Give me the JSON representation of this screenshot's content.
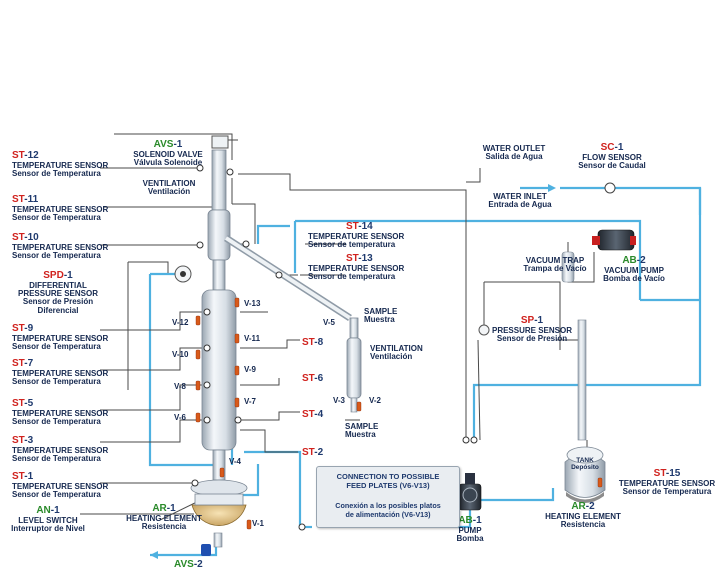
{
  "sensors": {
    "st12": {
      "code_a": "ST",
      "code_b": "-12",
      "line1": "TEMPERATURE SENSOR",
      "line2": "Sensor de Temperatura"
    },
    "st11": {
      "code_a": "ST",
      "code_b": "-11",
      "line1": "TEMPERATURE SENSOR",
      "line2": "Sensor de Temperatura"
    },
    "st10": {
      "code_a": "ST",
      "code_b": "-10",
      "line1": "TEMPERATURE SENSOR",
      "line2": "Sensor de Temperatura"
    },
    "spd1": {
      "code_a": "SPD",
      "code_b": "-1",
      "line1": "DIFFERENTIAL",
      "line2": "PRESSURE SENSOR",
      "line3": "Sensor de Presión",
      "line4": "Diferencial"
    },
    "st9": {
      "code_a": "ST",
      "code_b": "-9",
      "line1": "TEMPERATURE SENSOR",
      "line2": "Sensor de Temperatura"
    },
    "st7": {
      "code_a": "ST",
      "code_b": "-7",
      "line1": "TEMPERATURE SENSOR",
      "line2": "Sensor de Temperatura"
    },
    "st5": {
      "code_a": "ST",
      "code_b": "-5",
      "line1": "TEMPERATURE SENSOR",
      "line2": "Sensor de Temperatura"
    },
    "st3": {
      "code_a": "ST",
      "code_b": "-3",
      "line1": "TEMPERATURE SENSOR",
      "line2": "Sensor de Temperatura"
    },
    "st1": {
      "code_a": "ST",
      "code_b": "-1",
      "line1": "TEMPERATURE SENSOR",
      "line2": "Sensor de Temperatura"
    },
    "an1": {
      "code_a": "AN",
      "code_b": "-1",
      "line1": "LEVEL SWITCH",
      "line2": "Interruptor de Nivel"
    },
    "ar1": {
      "code_a": "AR",
      "code_b": "-1",
      "line1": "HEATING ELEMENT",
      "line2": "Resistencia"
    },
    "avs2": {
      "code_a": "AVS",
      "code_b": "-2"
    },
    "avs1": {
      "code_a": "AVS",
      "code_b": "-1",
      "line1": "SOLENOID VALVE",
      "line2": "Válvula Solenoide"
    },
    "st14": {
      "code_a": "ST",
      "code_b": "-14",
      "line1": "TEMPERATURE SENSOR",
      "line2": "Sensor de temperatura"
    },
    "st13": {
      "code_a": "ST",
      "code_b": "-13",
      "line1": "TEMPERATURE SENSOR",
      "line2": "Sensor de temperatura"
    },
    "sc1": {
      "code_a": "SC",
      "code_b": "-1",
      "line1": "FLOW SENSOR",
      "line2": "Sensor de Caudal"
    },
    "sp1": {
      "code_a": "SP",
      "code_b": "-1",
      "line1": "PRESSURE SENSOR",
      "line2": "Sensor de Presión"
    },
    "ab2": {
      "code_a": "AB",
      "code_b": "-2",
      "line1": "VACUUM PUMP",
      "line2": "Bomba de Vacío"
    },
    "st15": {
      "code_a": "ST",
      "code_b": "-15",
      "line1": "TEMPERATURE SENSOR",
      "line2": "Sensor de Temperatura"
    },
    "ar2": {
      "code_a": "AR",
      "code_b": "-2",
      "line1": "HEATING ELEMENT",
      "line2": "Resistencia"
    },
    "ab1": {
      "code_a": "AB",
      "code_b": "-1",
      "line1": "PUMP",
      "line2": "Bomba"
    },
    "st2": {
      "code_a": "ST",
      "code_b": "-2"
    },
    "st4": {
      "code_a": "ST",
      "code_b": "-4"
    },
    "st6": {
      "code_a": "ST",
      "code_b": "-6"
    },
    "st8": {
      "code_a": "ST",
      "code_b": "-8"
    }
  },
  "texts": {
    "ventilation_top": {
      "line1": "VENTILATION",
      "line2": "Ventilación"
    },
    "water_outlet": {
      "line1": "WATER OUTLET",
      "line2": "Salida de Agua"
    },
    "water_inlet": {
      "line1": "WATER INLET",
      "line2": "Entrada de Agua"
    },
    "vacuum_trap": {
      "line1": "VACUUM TRAP",
      "line2": "Trampa de Vacío"
    },
    "sample_top": {
      "line1": "SAMPLE",
      "line2": "Muestra"
    },
    "ventilation_mid": {
      "line1": "VENTILATION",
      "line2": "Ventilación"
    },
    "sample_bottom": {
      "line1": "SAMPLE",
      "line2": "Muestra"
    },
    "tank": {
      "line1": "TANK",
      "line2": "Depósito"
    },
    "feed_box": {
      "line1": "CONNECTION TO POSSIBLE",
      "line2": "FEED PLATES (V6-V13)",
      "line3": "Conexión a los posibles platos",
      "line4": "de alimentación (V6-V13)"
    }
  },
  "valves": {
    "v1": "V-1",
    "v2": "V-2",
    "v3": "V-3",
    "v4": "V-4",
    "v5": "V-5",
    "v6": "V-6",
    "v7": "V-7",
    "v8": "V-8",
    "v9": "V-9",
    "v10": "V-10",
    "v11": "V-11",
    "v12": "V-12",
    "v13": "V-13"
  },
  "colors": {
    "code_red": "#d0221e",
    "label_blue": "#1f3a6e",
    "code_green": "#2a8a2a",
    "water_line": "#4fb1e0",
    "signal_line": "#4a4a4a",
    "glass": "#c9d3dd"
  }
}
